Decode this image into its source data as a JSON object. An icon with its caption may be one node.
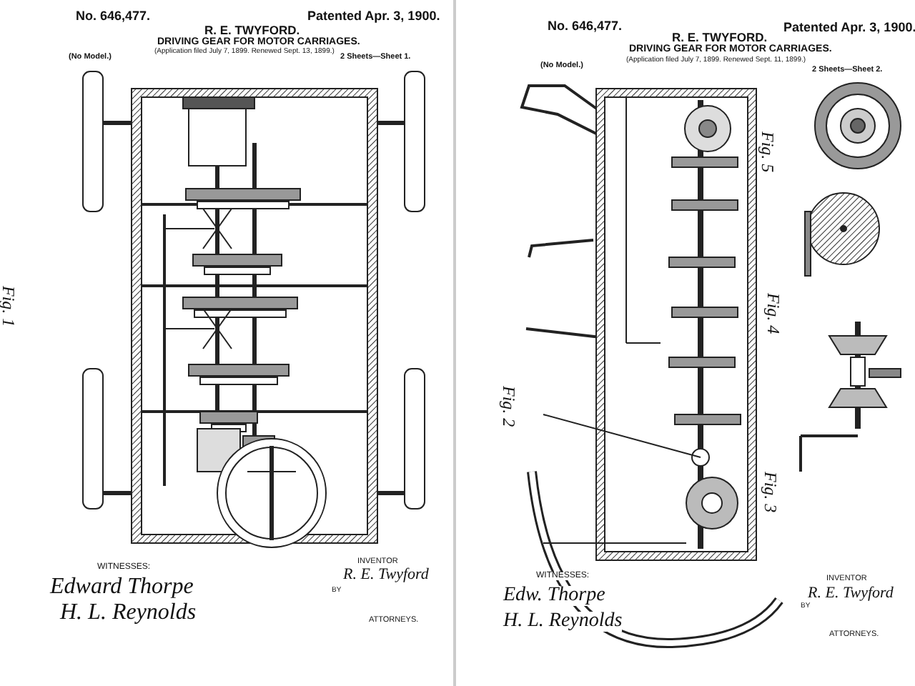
{
  "diagram": {
    "labels": [
      "No. 646,477.",
      "Patented Apr. 3, 1900.",
      "R. E. TWYFORD.",
      "DRIVING GEAR FOR MOTOR CARRIAGES.",
      "(Application filed July 7, 1899. Renewed Sept. 13, 1899.)",
      "(No Model.)",
      "2 Sheets—Sheet 1.",
      "Fig. 1",
      "WITNESSES:",
      "Edward Thorpe",
      "H. L. Reynolds",
      "INVENTOR",
      "R. E. Twyford",
      "BY",
      "ATTORNEYS.",
      "No. 646,477.",
      "Patented Apr. 3, 1900.",
      "R. E. TWYFORD.",
      "DRIVING GEAR FOR MOTOR CARRIAGES.",
      "(Application filed July 7, 1899. Renewed Sept. 11, 1899.)",
      "(No Model.)",
      "2 Sheets—Sheet 2.",
      "Fig. 2",
      "Fig. 5",
      "Fig. 4",
      "Fig. 3",
      "WITNESSES:",
      "Edw. Thorpe",
      "H. L. Reynolds",
      "INVENTOR",
      "R. E. Twyford",
      "BY",
      "ATTORNEYS."
    ]
  }
}
